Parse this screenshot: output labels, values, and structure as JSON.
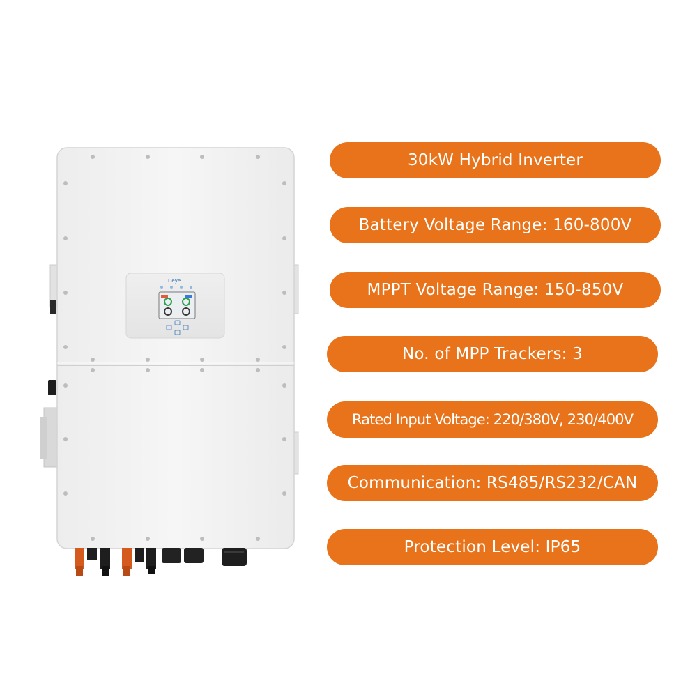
{
  "colors": {
    "accent": "#E8731A",
    "pill_text": "#FFFFFF",
    "housing": "#F2F2F2",
    "housing_edge": "#DCDCDC",
    "connector_orange": "#D45A1E",
    "connector_black": "#1E1E1E"
  },
  "specs": [
    {
      "label": "30kW Hybrid Inverter"
    },
    {
      "label": "Battery Voltage Range: 160-800V"
    },
    {
      "label": "MPPT Voltage Range: 150-850V"
    },
    {
      "label": "No. of MPP Trackers: 3"
    },
    {
      "label": "Rated Input Voltage: 220/380V, 230/400V"
    },
    {
      "label": "Communication: RS485/RS232/CAN"
    },
    {
      "label": "Protection Level: IP65"
    }
  ],
  "device": {
    "logo_text": "Deye"
  }
}
